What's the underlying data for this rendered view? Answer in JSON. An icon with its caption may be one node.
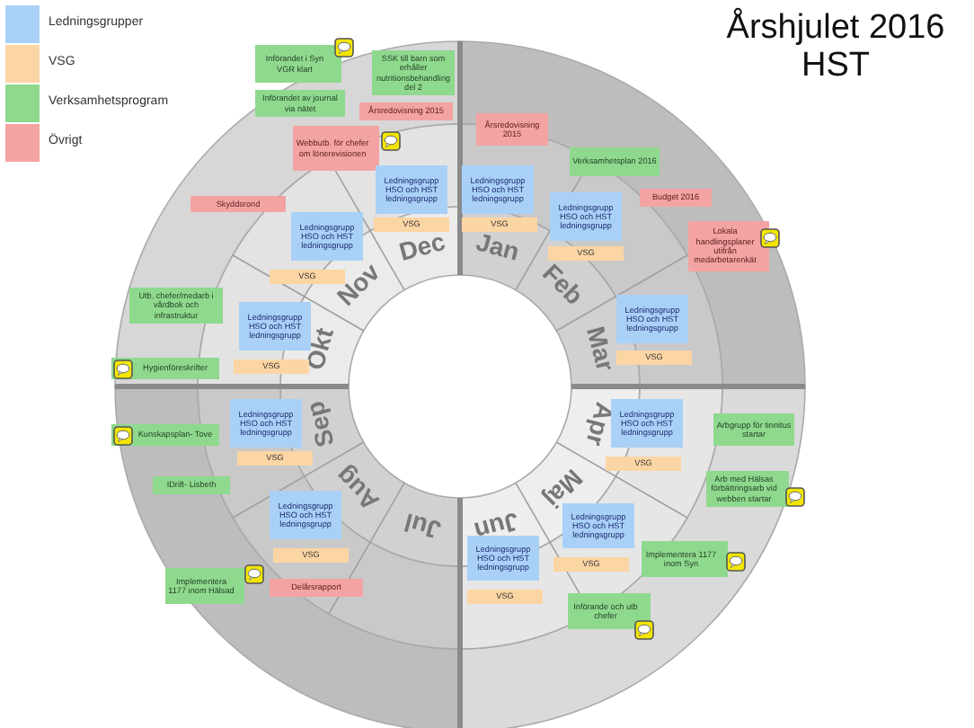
{
  "diagram": {
    "title": "Årshjulet 2016 HST",
    "nodes": [
      {
        "text": [
          "Införandet i Syn VGR klart"
        ]
      },
      {
        "text": [
          "SSK till barn som erhåller nutritionsbehandling del 2"
        ]
      },
      {
        "text": [
          "Införandet av journal via nätet"
        ]
      },
      {
        "text": [
          "Årsredovisning 2015"
        ]
      },
      {
        "text": [
          "Årsredovisning 2015"
        ]
      },
      {
        "text": [
          "Webbutb. för chefer om lönerevisionen"
        ]
      },
      {
        "text": [
          "Verksamhetsplan 2016"
        ]
      },
      {
        "text": [
          "Ledningsgrupp HSO och HST ledningsgrupp"
        ]
      },
      {
        "text": [
          "Ledningsgrupp HSO och HST ledningsgrupp"
        ]
      },
      {
        "text": [
          "VSG"
        ]
      },
      {
        "text": [
          "VSG"
        ]
      },
      {
        "text": [
          "Budget 2016"
        ]
      },
      {
        "text": [
          "Ledningsgrupp HSO och HST ledningsgrupp"
        ]
      },
      {
        "text": [
          "Skyddsrond"
        ]
      },
      {
        "text": [
          "Ledningsgrupp HSO och HST ledningsgrupp"
        ]
      },
      {
        "text": [
          "Lokala handlingsplaner utifrån medarbetarenkät"
        ]
      },
      {
        "text": [
          "VSG"
        ]
      },
      {
        "text": [
          "VSG"
        ]
      },
      {
        "text": [
          "Utb. chefer/medarb i vårdbok och infrastruktur"
        ]
      },
      {
        "text": [
          "Ledningsgrupp HSO och HST ledningsgrupp"
        ]
      },
      {
        "text": [
          "Ledningsgrupp HSO och HST ledningsgrupp"
        ]
      },
      {
        "text": [
          "VSG"
        ]
      },
      {
        "text": [
          "VSG"
        ]
      },
      {
        "text": [
          "Hygienföreskrifter"
        ]
      },
      {
        "text": [
          "Ledningsgrupp HSO och HST ledningsgrupp"
        ]
      },
      {
        "text": [
          "Ledningsgrupp HSO och HST ledningsgrupp"
        ]
      },
      {
        "text": [
          "Arbgrupp för tinnitus startar"
        ]
      },
      {
        "text": [
          "Kunskapsplan- Tove"
        ]
      },
      {
        "text": [
          "VSG"
        ]
      },
      {
        "text": [
          "VSG"
        ]
      },
      {
        "text": [
          "Arb med Hälsas förbättringsarb vid webben startar"
        ]
      },
      {
        "text": [
          "IDrift- Lisbeth"
        ]
      },
      {
        "text": [
          "Ledningsgrupp HSO och HST ledningsgrupp"
        ]
      },
      {
        "text": [
          "Ledningsgrupp HSO och HST ledningsgrupp"
        ]
      },
      {
        "text": [
          "Ledningsgrupp HSO och HST ledningsgrupp"
        ]
      },
      {
        "text": [
          "Implementera 1177 inom Syn"
        ]
      },
      {
        "text": [
          "VSG"
        ]
      },
      {
        "text": [
          "VSG"
        ]
      },
      {
        "text": [
          "Implementera 1177 inom Hälsad"
        ]
      },
      {
        "text": [
          "Delårsrapport"
        ]
      },
      {
        "text": [
          "VSG"
        ]
      },
      {
        "text": [
          "Införande och utb chefer"
        ]
      }
    ],
    "labels": [
      "Jan",
      "Feb",
      "Mar",
      "Apr",
      "Maj",
      "Jun",
      "Jul",
      "Aug",
      "Sep",
      "Okt",
      "Nov",
      "Dec"
    ],
    "legend": [
      {
        "text": "Ledningsgrupper",
        "color": "#a9d1f7"
      },
      {
        "text": "VSG",
        "color": "#fcd5a4"
      },
      {
        "text": "Verksamhetsprogram",
        "color": "#8fd98f"
      },
      {
        "text": "Övrigt",
        "color": "#f4a3a3"
      }
    ]
  }
}
